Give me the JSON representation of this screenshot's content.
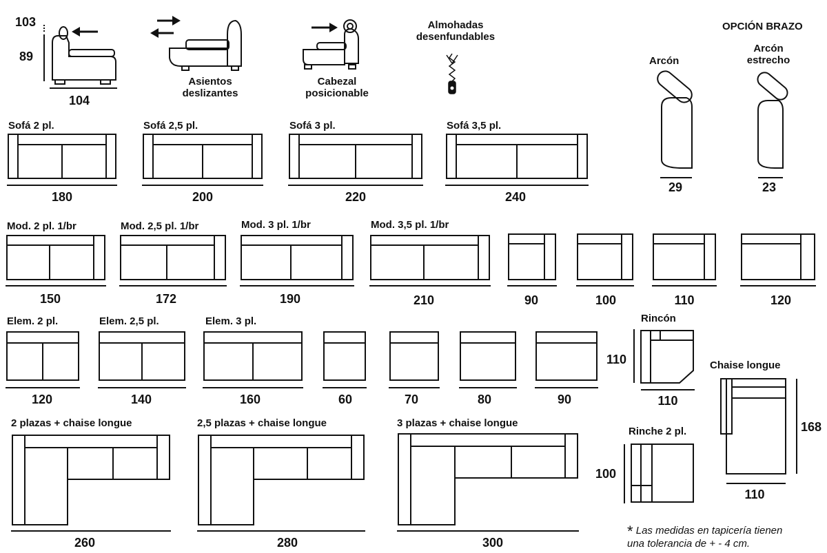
{
  "features": {
    "height_back": "103",
    "height_seat": "89",
    "depth": "104",
    "sliding_seats": "Asientos\ndeslizantes",
    "headrest": "Cabezal\nposicionable",
    "cushions": "Almohadas\ndesenfundables"
  },
  "arm_option": {
    "title": "OPCIÓN BRAZO",
    "arcon": {
      "label": "Arcón",
      "width": "29"
    },
    "arcon_estrecho": {
      "label": "Arcón\nestrecho",
      "width": "23"
    }
  },
  "sofas": [
    {
      "label": "Sofá 2 pl.",
      "width": "180"
    },
    {
      "label": "Sofá 2,5 pl.",
      "width": "200"
    },
    {
      "label": "Sofá 3 pl.",
      "width": "220"
    },
    {
      "label": "Sofá 3,5 pl.",
      "width": "240"
    }
  ],
  "modules_one_arm": [
    {
      "label": "Mod. 2 pl. 1/br",
      "width": "150"
    },
    {
      "label": "Mod. 2,5 pl. 1/br",
      "width": "172"
    },
    {
      "label": "Mod. 3 pl. 1/br",
      "width": "190"
    },
    {
      "label": "Mod. 3,5 pl. 1/br",
      "width": "210"
    },
    {
      "label": "",
      "width": "90"
    },
    {
      "label": "",
      "width": "100"
    },
    {
      "label": "",
      "width": "110"
    },
    {
      "label": "",
      "width": "120"
    }
  ],
  "elements": [
    {
      "label": "Elem. 2 pl.",
      "width": "120"
    },
    {
      "label": "Elem. 2,5 pl.",
      "width": "140"
    },
    {
      "label": "Elem. 3 pl.",
      "width": "160"
    },
    {
      "label": "",
      "width": "60"
    },
    {
      "label": "",
      "width": "70"
    },
    {
      "label": "",
      "width": "80"
    },
    {
      "label": "",
      "width": "90"
    }
  ],
  "rincon": {
    "label": "Rincón",
    "height": "110",
    "width": "110"
  },
  "rinche": {
    "label": "Rinche 2 pl.",
    "height": "100"
  },
  "chaise": {
    "label": "Chaise longue",
    "height": "168",
    "width": "110"
  },
  "sofa_chaise": [
    {
      "label": "2 plazas + chaise longue",
      "width": "260"
    },
    {
      "label": "2,5 plazas + chaise longue",
      "width": "280"
    },
    {
      "label": "3 plazas + chaise longue",
      "width": "300"
    }
  ],
  "footnote": {
    "asterisk": "*",
    "text": "Las medidas en tapicería tienen\nuna tolerancia de + - 4 cm."
  }
}
